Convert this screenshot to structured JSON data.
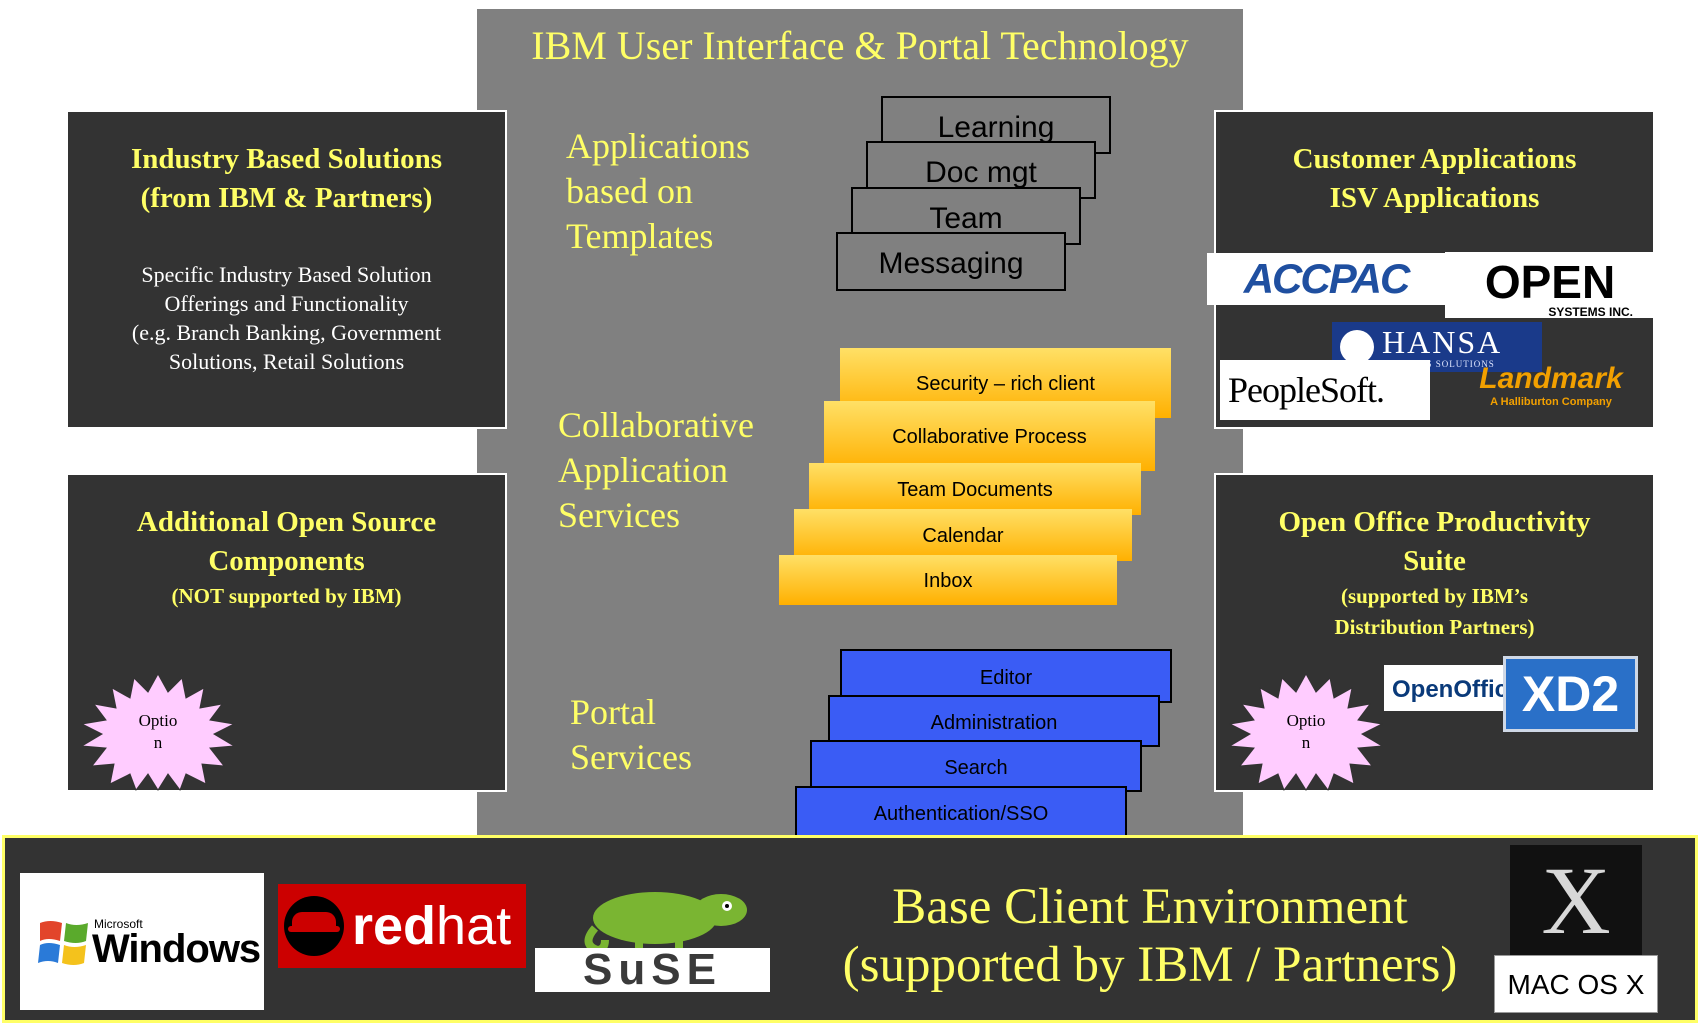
{
  "center": {
    "title": "IBM User Interface & Portal Technology",
    "templates_label_lines": [
      "Applications",
      "based on",
      "Templates"
    ],
    "collab_label_lines": [
      "Collaborative",
      "Application",
      "Services"
    ],
    "portal_label_lines": [
      "Portal",
      "Services"
    ]
  },
  "templates": [
    "Learning",
    "Doc mgt",
    "Team",
    "Messaging"
  ],
  "collab_services": [
    "Security – rich client",
    "Collaborative Process",
    "Team Documents",
    "Calendar",
    "Inbox"
  ],
  "portal_services": [
    "Editor",
    "Administration",
    "Search",
    "Authentication/SSO"
  ],
  "industry": {
    "title_lines": [
      "Industry Based Solutions",
      "(from IBM & Partners)"
    ],
    "desc_lines": [
      "Specific Industry Based Solution",
      "Offerings and Functionality",
      "(e.g. Branch Banking, Government",
      "Solutions, Retail Solutions"
    ]
  },
  "customer": {
    "title_lines": [
      "Customer Applications",
      "ISV Applications"
    ],
    "logos": {
      "accpac": "ACCPAC",
      "open_main": "OPEN",
      "open_sub": "SYSTEMS INC.",
      "hansa_main": "HANSA",
      "hansa_sub": "BUSINESS SOLUTIONS",
      "peoplesoft": "PeopleSoft.",
      "landmark_main": "Landmark",
      "landmark_sub": "A Halliburton Company"
    }
  },
  "opensource": {
    "title_lines": [
      "Additional Open Source",
      "Components"
    ],
    "note": "(NOT supported by IBM)",
    "option_lines": [
      "Optio",
      "n"
    ]
  },
  "openoffice": {
    "title_lines": [
      "Open Office Productivity",
      "Suite"
    ],
    "note_lines": [
      "(supported by IBM’s",
      "Distribution Partners)"
    ],
    "option_lines": [
      "Optio",
      "n"
    ],
    "logos": {
      "openoffice": "OpenOffic",
      "xd2": "XD2"
    }
  },
  "base": {
    "title_lines": [
      "Base Client Environment",
      "(supported by IBM / Partners)"
    ],
    "logos": {
      "microsoft": "Microsoft",
      "windows": "Windows",
      "redhat_a": "red",
      "redhat_b": "hat",
      "suse": "SuSE",
      "macx": "X",
      "mac_label": "MAC OS X"
    }
  },
  "colors": {
    "accent_yellow": "#ffff66",
    "dark_box": "#333333",
    "panel_grey": "#808080",
    "portal_blue": "#3a5cf5",
    "option_pink": "#ffccff"
  }
}
